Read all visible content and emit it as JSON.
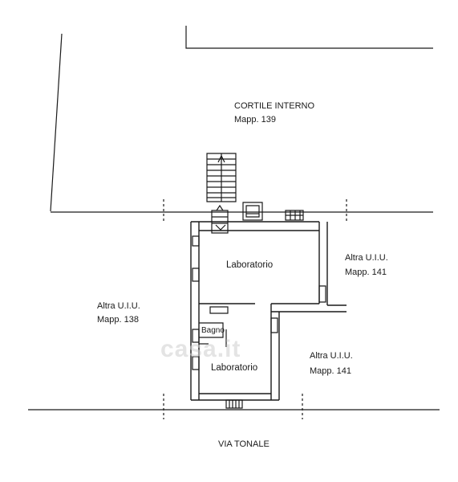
{
  "labels": {
    "cortile": "CORTILE    INTERNO",
    "cortile_mapp": "Mapp. 139",
    "altra_left": "Altra U.I.U.",
    "altra_left_mapp": "Mapp. 138",
    "altra_right_top": "Altra U.I.U.",
    "altra_right_top_mapp": "Mapp. 141",
    "altra_right_bottom": "Altra U.I.U.",
    "altra_right_bottom_mapp": "Mapp. 141",
    "lab_top": "Laboratorio",
    "lab_bottom": "Laboratorio",
    "bagno": "Bagno",
    "street": "VIA TONALE"
  },
  "watermark": "casa.it",
  "colors": {
    "line": "#1a1a1a",
    "watermark": "#cfcfcf"
  }
}
